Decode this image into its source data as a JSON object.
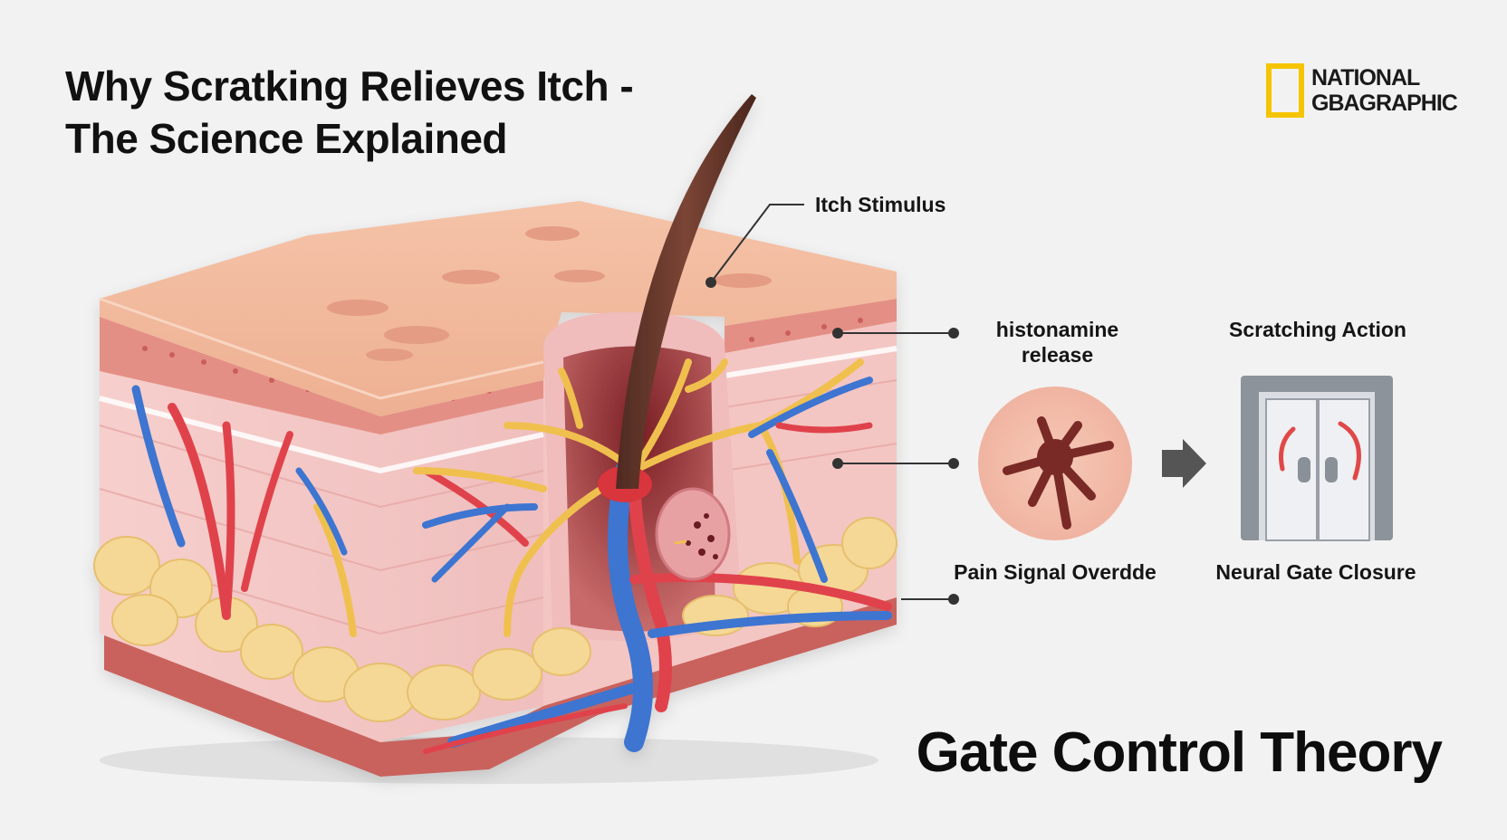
{
  "title": {
    "line1": "Why Scratking Relieves Itch -",
    "line2": "The Science Explained"
  },
  "logo": {
    "line1": "NATIONAL",
    "line2": "GBAGRAPHIC",
    "border_color": "#f5c400"
  },
  "labels": {
    "itch_stimulus": "Itch Stimulus",
    "histamine_line1": "histonamine",
    "histamine_line2": "release",
    "scratching_action": "Scratching Action",
    "pain_signal": "Pain Signal Overdde",
    "neural_gate": "Neural Gate Closure"
  },
  "footer": {
    "theory": "Gate Control Theory"
  },
  "colors": {
    "skin": "#f2b9a0",
    "dermis": "#f1c2c0",
    "fat": "#f5d895",
    "nerve": "#f0c050",
    "artery": "#e0434c",
    "vein": "#3d74d1",
    "hair": "#6b3a2e"
  }
}
